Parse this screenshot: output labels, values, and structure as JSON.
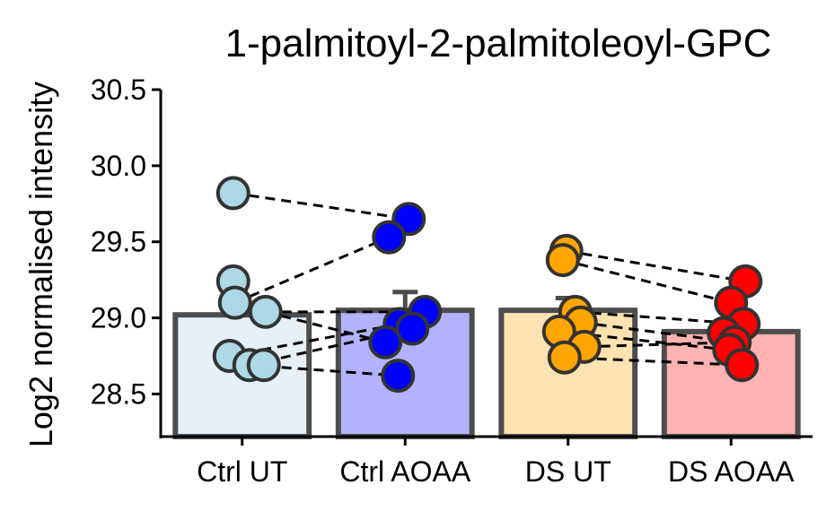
{
  "chart_data": {
    "type": "bar",
    "title": "1-palmitoyl-2-palmitoleoyl-GPC",
    "xlabel": "",
    "ylabel": "Log2 normalised intensity",
    "ylim": [
      28.22,
      30.5
    ],
    "yticks": [
      "28.5",
      "29.0",
      "29.5",
      "30.0",
      "30.5"
    ],
    "grid": false,
    "legend": "none",
    "categories": [
      "Ctrl UT",
      "Ctrl AOAA",
      "DS UT",
      "DS AOAA"
    ],
    "values": [
      29.02,
      29.05,
      29.05,
      28.91
    ],
    "errors": [
      0.02,
      0.12,
      0.08,
      0.02
    ],
    "bar_fill_colors": [
      "#e6f1f7",
      "#b2b2fe",
      "#fde2b2",
      "#feb2b2"
    ],
    "point_colors": [
      "#add8e6",
      "#0000ff",
      "#ffa500",
      "#ff0000"
    ],
    "bar_border_color": "#4d4d4d",
    "points": [
      [
        29.82,
        29.24,
        29.1,
        29.04,
        28.75,
        28.69,
        28.69
      ],
      [
        29.65,
        29.53,
        29.04,
        28.96,
        28.93,
        28.84,
        28.62
      ],
      [
        29.44,
        29.38,
        29.04,
        28.97,
        28.91,
        28.81,
        28.74
      ],
      [
        29.24,
        29.1,
        28.96,
        28.9,
        28.84,
        28.79,
        28.69
      ]
    ],
    "pairs": [
      {
        "from": [
          0,
          29.82
        ],
        "to": [
          1,
          29.65
        ]
      },
      {
        "from": [
          0,
          29.1
        ],
        "to": [
          1,
          29.53
        ]
      },
      {
        "from": [
          0,
          29.04
        ],
        "to": [
          1,
          29.04
        ]
      },
      {
        "from": [
          0,
          29.04
        ],
        "to": [
          1,
          28.84
        ]
      },
      {
        "from": [
          0,
          28.75
        ],
        "to": [
          1,
          28.96
        ]
      },
      {
        "from": [
          0,
          28.69
        ],
        "to": [
          1,
          28.93
        ]
      },
      {
        "from": [
          0,
          28.69
        ],
        "to": [
          1,
          28.62
        ]
      },
      {
        "from": [
          2,
          29.44
        ],
        "to": [
          3,
          29.24
        ]
      },
      {
        "from": [
          2,
          29.38
        ],
        "to": [
          3,
          29.1
        ]
      },
      {
        "from": [
          2,
          29.04
        ],
        "to": [
          3,
          28.96
        ]
      },
      {
        "from": [
          2,
          28.97
        ],
        "to": [
          3,
          28.84
        ]
      },
      {
        "from": [
          2,
          28.91
        ],
        "to": [
          3,
          28.79
        ]
      },
      {
        "from": [
          2,
          28.81
        ],
        "to": [
          3,
          28.84
        ]
      },
      {
        "from": [
          2,
          28.74
        ],
        "to": [
          3,
          28.69
        ]
      }
    ]
  }
}
